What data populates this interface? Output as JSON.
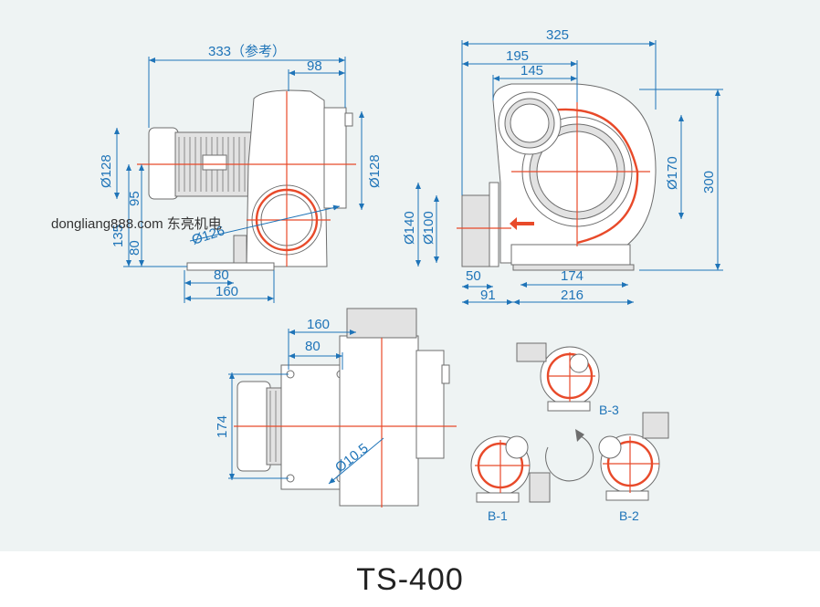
{
  "title": "TS-400",
  "watermark": "dongliang888.com 东亮机电",
  "side_view": {
    "dim_total_length": "333（参考）",
    "dim_outlet_offset": "98",
    "dim_motor_dia": "Ø128",
    "dim_flange_dia": "Ø128",
    "dim_95": "95",
    "dim_135": "135",
    "dim_80_v": "80",
    "dim_inlet_dia": "Ø126",
    "dim_base_80": "80",
    "dim_base_160": "160"
  },
  "front_view": {
    "dim_325": "325",
    "dim_195": "195",
    "dim_145": "145",
    "dim_170": "Ø170",
    "dim_300": "300",
    "dim_140": "Ø140",
    "dim_100": "Ø100",
    "dim_50": "50",
    "dim_91": "91",
    "dim_174": "174",
    "dim_216": "216"
  },
  "top_view": {
    "dim_160": "160",
    "dim_80": "80",
    "dim_174": "174",
    "dim_hole": "Ø10.5"
  },
  "orientations": {
    "b1": "B-1",
    "b2": "B-2",
    "b3": "B-3"
  },
  "colors": {
    "dimension": "#1f74b8",
    "centerline": "#e84a2a",
    "outline": "#6d6d6d",
    "panel": "#eef3f3"
  }
}
